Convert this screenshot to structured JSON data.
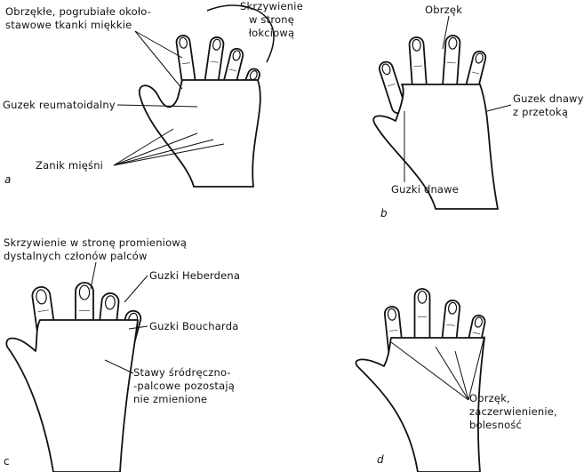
{
  "panels": {
    "a": {
      "letter": "a",
      "swelling": [
        "Obrzękłe, pogrubiałe około-",
        "stawowe tkanki miękkie"
      ],
      "deviation": [
        "Skrzywienie",
        "w stronę",
        "łokciową"
      ],
      "nodule": "Guzek reumatoidalny",
      "atrophy": "Zanik mięśni"
    },
    "b": {
      "letter": "b",
      "swelling": "Obrzęk",
      "tophus_fistula": [
        "Guzek dnawy",
        "z przetoką"
      ],
      "tophi": "Guzki dnawe"
    },
    "c": {
      "letter": "c",
      "deviation": [
        "Skrzywienie w stronę promieniową",
        "dystalnych członów palców"
      ],
      "heberden": "Guzki Heberdena",
      "bouchard": "Guzki Boucharda",
      "mcp": [
        "Stawy śródręczno-",
        "-palcowe pozostają",
        "nie zmienione"
      ]
    },
    "d": {
      "letter": "d",
      "signs": [
        "Obrzęk,",
        "zaczerwienienie,",
        "bolesność"
      ]
    }
  }
}
